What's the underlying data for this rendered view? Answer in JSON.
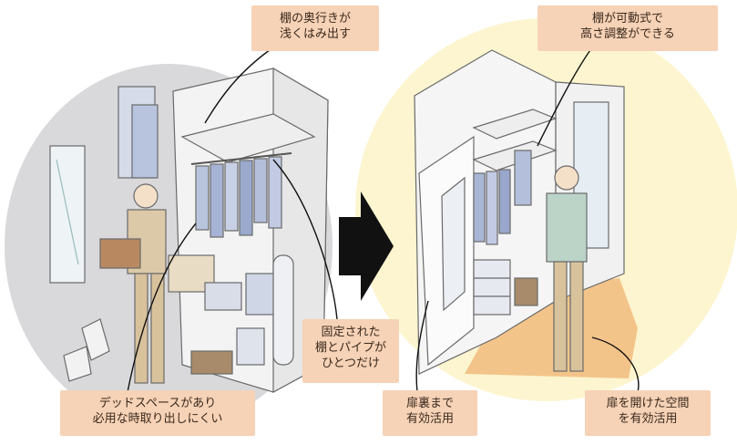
{
  "callouts": {
    "shelf_depth": [
      "棚の奥行きが",
      "浅くはみ出す"
    ],
    "shelf_adjustable": [
      "棚が可動式で",
      "高さ調整ができる"
    ],
    "fixed_shelf_pipe": [
      "固定された",
      "棚とパイプが",
      "ひとつだけ"
    ],
    "dead_space": [
      "デッドスペースがあり",
      "必用な時取り出しにくい"
    ],
    "door_back": [
      "扉裏まで",
      "有効活用"
    ],
    "open_space": [
      "扉を開けた空間",
      "を有効活用"
    ]
  },
  "colors": {
    "callout_bg": "#f6d2b6",
    "before_halo": "#d6d6d8",
    "after_halo": "#fbf3c6",
    "floor_highlight": "#f3c48a",
    "arrow": "#111111"
  }
}
